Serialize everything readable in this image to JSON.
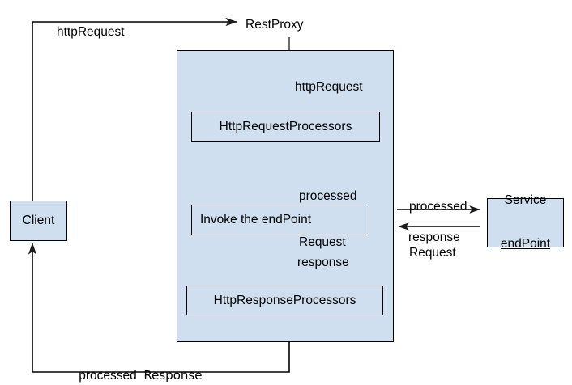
{
  "diagram": {
    "title": "RestProxy request/response flow",
    "colors": {
      "node_fill": "#cfdfef",
      "stroke": "#000000",
      "background": "#ffffff"
    },
    "nodes": {
      "client": {
        "label": "Client"
      },
      "rest_proxy_panel": {
        "label": "RestProxy"
      },
      "http_request_processors": {
        "label": "HttpRequestProcessors"
      },
      "invoke_endpoint": {
        "label": "Invoke the endPoint"
      },
      "http_response_processors": {
        "label": "HttpResponseProcessors"
      },
      "service_endpoint": {
        "line1": "Service",
        "line2": "endPoint"
      }
    },
    "edges": {
      "client_to_proxy": {
        "label": "httpRequest"
      },
      "proxy_into_request_processors": {
        "label": "httpRequest"
      },
      "request_processors_to_invoke": {
        "line1": "processed",
        "line2": "Request"
      },
      "invoke_to_response_processors": {
        "label": "response"
      },
      "proxy_to_service": {
        "line1": "processed",
        "line2": "Request"
      },
      "service_to_proxy": {
        "label": "response"
      },
      "proxy_back_to_client": {
        "word1": "processed",
        "word2": "Response"
      }
    }
  }
}
